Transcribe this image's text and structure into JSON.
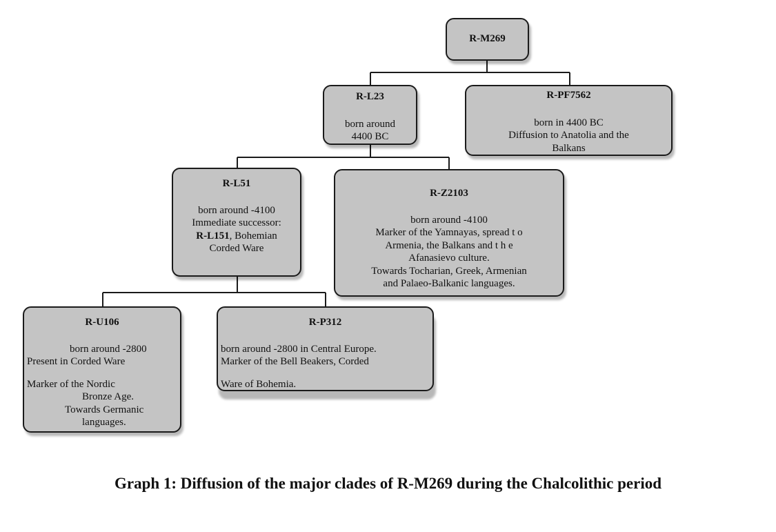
{
  "nodes": {
    "rm269": {
      "title": "R-M269"
    },
    "rl23": {
      "title": "R-L23",
      "lines": [
        "born around",
        "4400 BC"
      ]
    },
    "rpf7562": {
      "title": "R-PF7562",
      "lines": [
        "born in 4400 BC",
        "Diffusion to Anatolia and the",
        "Balkans"
      ]
    },
    "rl51": {
      "title": "R-L51",
      "lines": [
        "born around -4100",
        "Immediate successor:"
      ],
      "bold_inline": "R-L151",
      "inline_rest": ", Bohemian",
      "last_line": "Corded Ware"
    },
    "rz2103": {
      "title": "R-Z2103",
      "lines": [
        "born around -4100",
        "Marker of the Yamnayas, spread t o",
        "Armenia, the Balkans and t h e",
        "Afanasievo culture.",
        "Towards Tocharian, Greek, Armenian",
        "and Palaeo-Balkanic languages."
      ]
    },
    "ru106": {
      "title": "R-U106",
      "lines": [
        "born around -2800",
        "Present in Corded Ware",
        "Marker of the Nordic",
        "Bronze Age.",
        "Towards Germanic",
        "languages."
      ]
    },
    "rp312": {
      "title": "R-P312",
      "lines": [
        "born around -2800 in Central Europe.",
        "Marker of the Bell Beakers, Corded",
        "Ware of Bohemia."
      ]
    }
  },
  "caption": "Graph 1: Diffusion of the major clades of R-M269 during the Chalcolithic period"
}
